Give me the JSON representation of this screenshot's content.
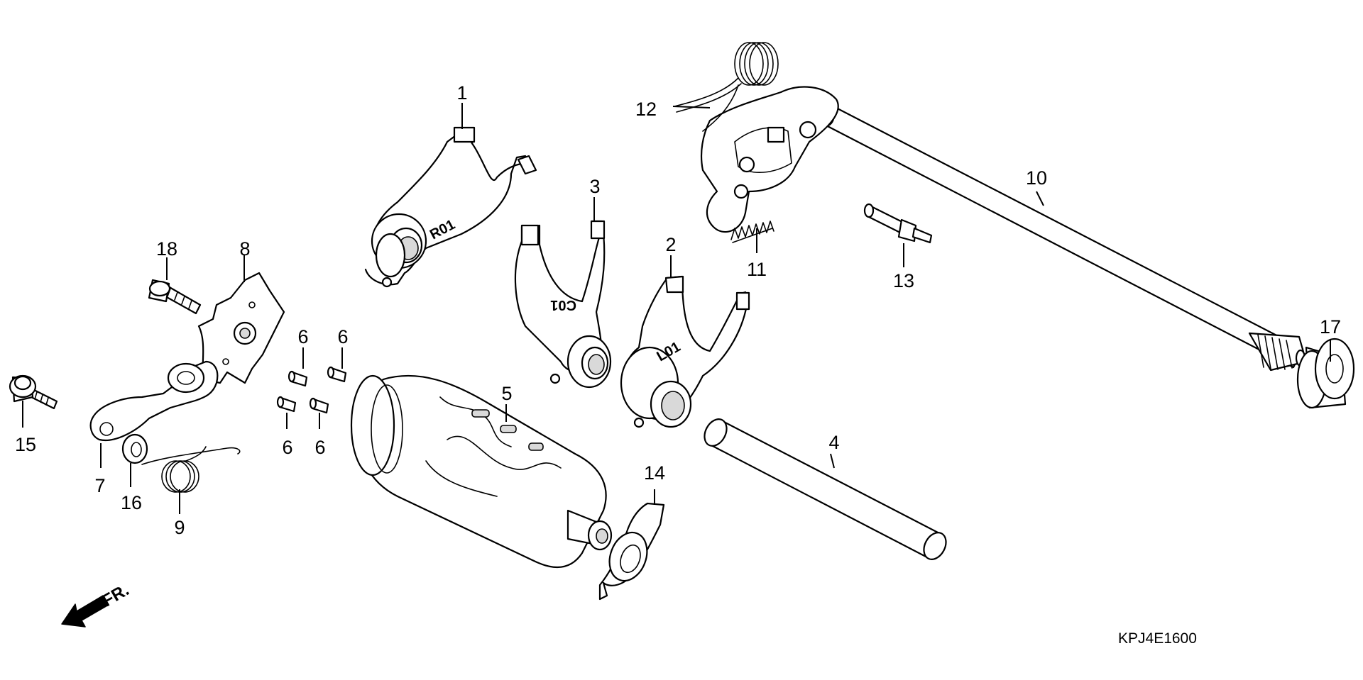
{
  "diagram_code": "KPJ4E1600",
  "front_marker": {
    "label": "FR.",
    "icon": "front-arrow-icon"
  },
  "engravings": {
    "fork_1": "R01",
    "fork_3": "C01",
    "fork_2": "L01"
  },
  "callouts": [
    "1",
    "2",
    "3",
    "4",
    "5",
    "6",
    "6",
    "6",
    "6",
    "7",
    "8",
    "9",
    "10",
    "11",
    "12",
    "13",
    "14",
    "15",
    "16",
    "17",
    "18"
  ]
}
